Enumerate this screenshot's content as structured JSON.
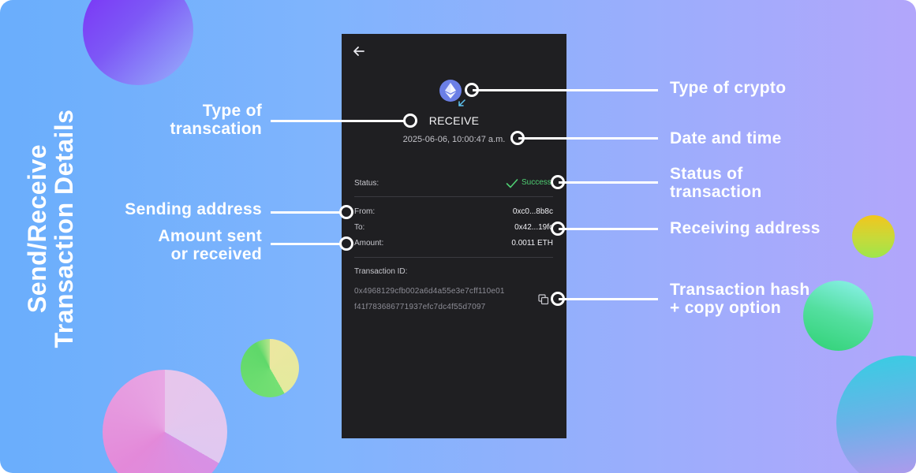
{
  "title": {
    "line1": "Send/Receive",
    "line2": "Transaction Details"
  },
  "screen": {
    "back_icon": "arrow-left-icon",
    "crypto_icon": "ethereum-icon",
    "direction_icon": "arrow-down-left-icon",
    "transaction_type": "RECEIVE",
    "datetime": "2025-06-06, 10:00:47 a.m.",
    "status_label": "Status:",
    "status_value": "Success",
    "from_label": "From:",
    "from_value": "0xc0...8b8c",
    "to_label": "To:",
    "to_value": "0x42...19fc",
    "amount_label": "Amount:",
    "amount_value": "0.0011 ETH",
    "txid_label": "Transaction ID:",
    "txid_line1": "0x4968129cfb002a6d4a55e3e7cff110e01",
    "txid_line2": "f41f783686771937efc7dc4f55d7097",
    "copy_icon": "copy-icon"
  },
  "annotations": {
    "type_of_transaction": [
      "Type of",
      "transcation"
    ],
    "sending_address": [
      "Sending address"
    ],
    "amount": [
      "Amount sent",
      "or received"
    ],
    "type_of_crypto": [
      "Type of crypto"
    ],
    "date_and_time": [
      "Date and time"
    ],
    "status": [
      "Status of",
      "transaction"
    ],
    "receiving_address": [
      "Receiving address"
    ],
    "transaction_hash": [
      "Transaction hash",
      "+ copy option"
    ]
  },
  "colors": {
    "phone_bg": "#1f1f22",
    "success": "#4fcf73",
    "eth_badge": "#6b7fe6",
    "annotation_text": "#ffffff"
  }
}
